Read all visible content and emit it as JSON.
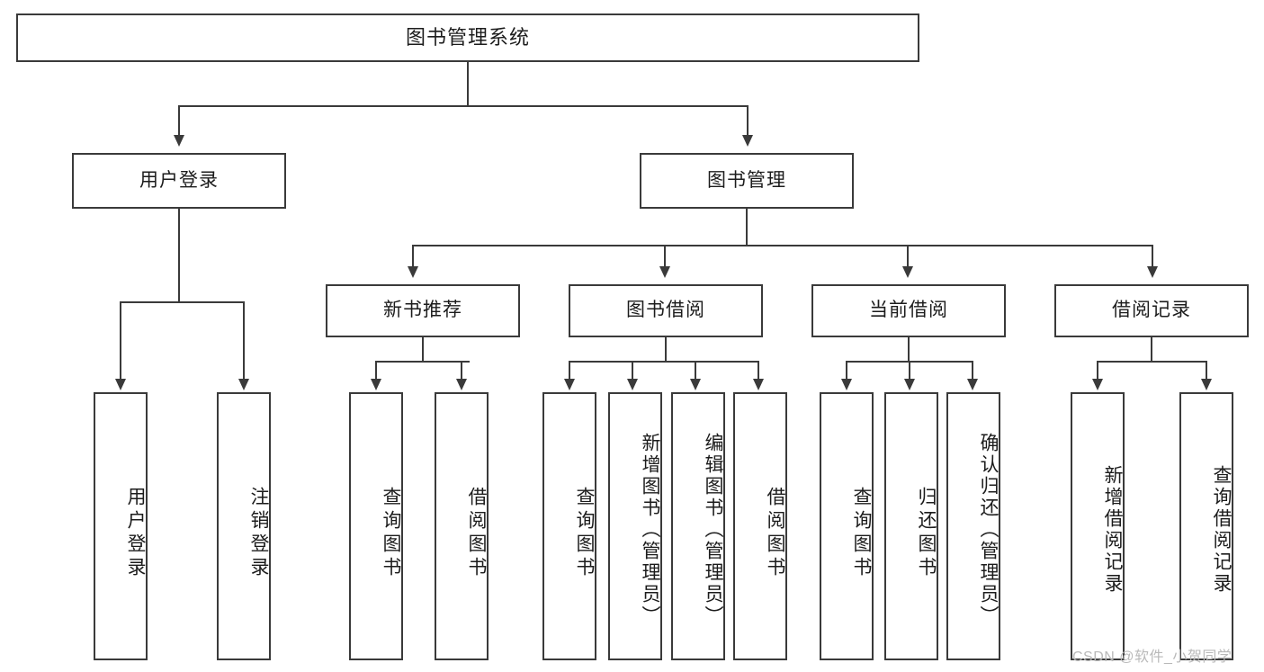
{
  "diagram": {
    "title": "图书管理系统",
    "type": "tree",
    "watermark": "CSDN @软件_小贺同学",
    "accent_color": "#3a3a3a",
    "background_color": "#ffffff",
    "text_color": "#1c1c1c"
  },
  "nodes": {
    "root": {
      "label": "图书管理系统"
    },
    "level2": [
      {
        "label": "用户登录"
      },
      {
        "label": "图书管理"
      }
    ],
    "level3": [
      {
        "label": "新书推荐"
      },
      {
        "label": "图书借阅"
      },
      {
        "label": "当前借阅"
      },
      {
        "label": "借阅记录"
      }
    ],
    "leaves": {
      "user_login": [
        {
          "label": "用户登录"
        },
        {
          "label": "注销登录"
        }
      ],
      "new_book_recommend": [
        {
          "label": "查询图书"
        },
        {
          "label": "借阅图书"
        }
      ],
      "book_borrow": [
        {
          "label": "查询图书"
        },
        {
          "label": "新增图书（管理员）"
        },
        {
          "label": "编辑图书（管理员）"
        },
        {
          "label": "借阅图书"
        }
      ],
      "current_borrow": [
        {
          "label": "查询图书"
        },
        {
          "label": "归还图书"
        },
        {
          "label": "确认归还（管理员）"
        }
      ],
      "borrow_record": [
        {
          "label": "新增借阅记录"
        },
        {
          "label": "查询借阅记录"
        }
      ]
    }
  }
}
